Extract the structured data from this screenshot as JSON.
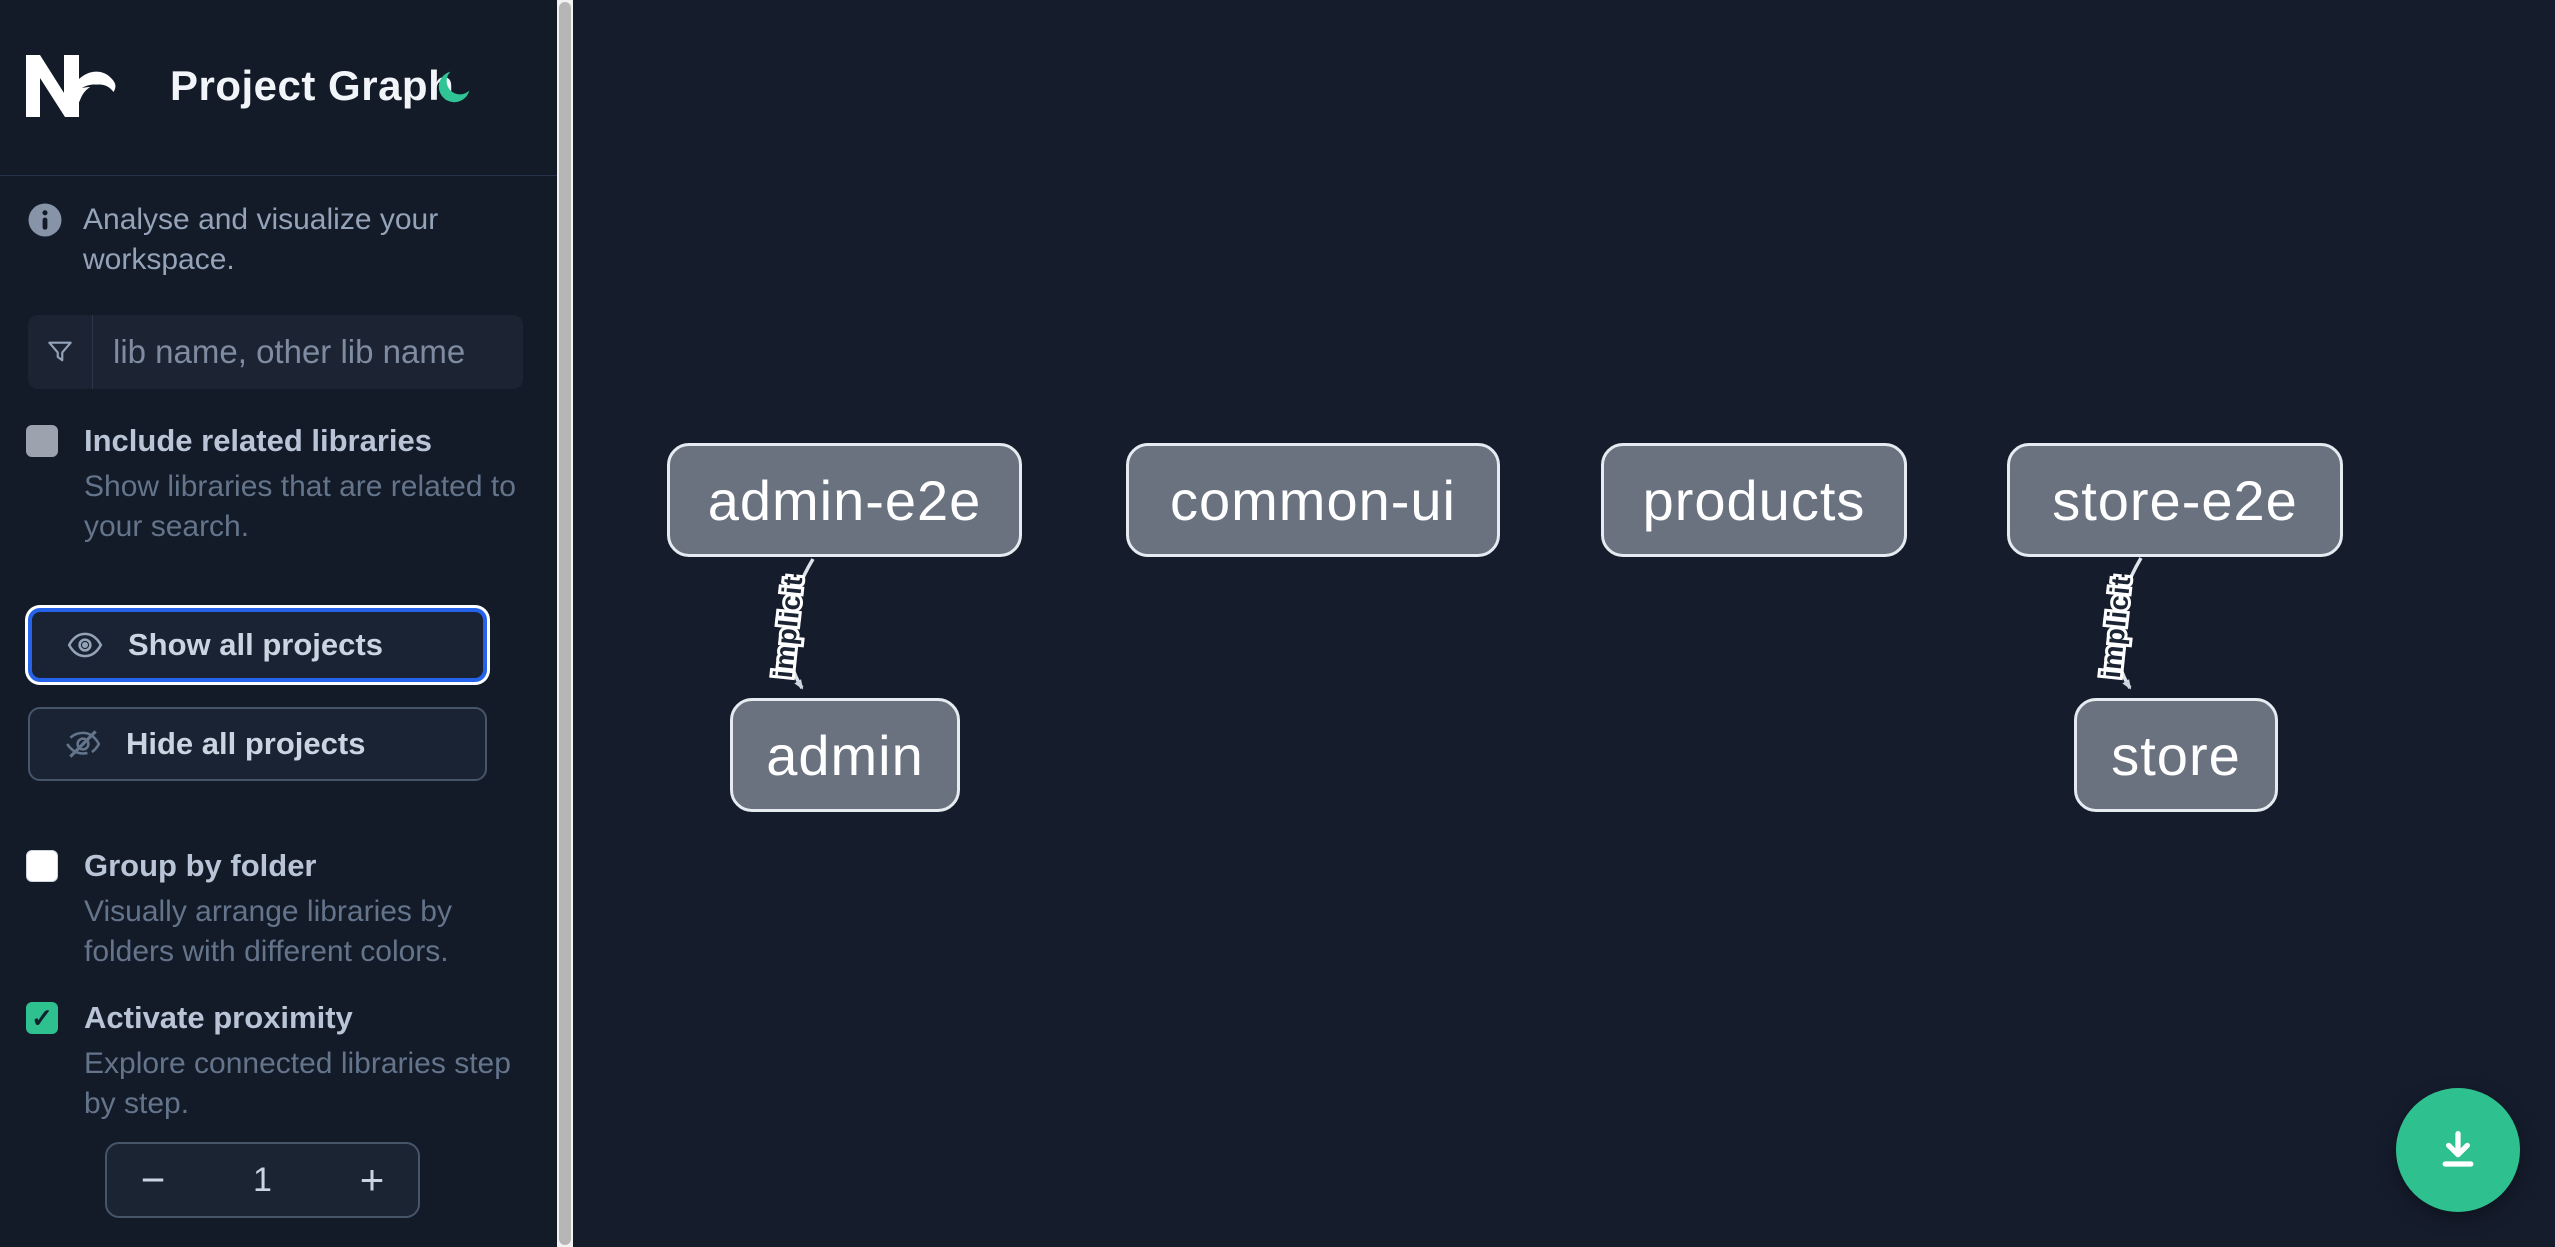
{
  "header": {
    "title": "Project Graph",
    "logo": "nx-logo",
    "theme_toggle": "dark-mode-moon"
  },
  "info": {
    "text": "Analyse and visualize your workspace."
  },
  "search": {
    "placeholder": "lib name, other lib name",
    "value": ""
  },
  "options": [
    {
      "id": "include-related",
      "label": "Include related libraries",
      "description": "Show libraries that are related to your search.",
      "checked": false,
      "disabled": true
    },
    {
      "id": "group-by-folder",
      "label": "Group by folder",
      "description": "Visually arrange libraries by folders with different colors.",
      "checked": false,
      "disabled": false
    },
    {
      "id": "activate-proximity",
      "label": "Activate proximity",
      "description": "Explore connected libraries step by step.",
      "checked": true,
      "disabled": false,
      "check_glyph": "✓"
    }
  ],
  "buttons": {
    "show_all": "Show all projects",
    "hide_all": "Hide all projects"
  },
  "stepper": {
    "decrement": "−",
    "value": "1",
    "increment": "+"
  },
  "graph": {
    "nodes": [
      {
        "label": "admin-e2e"
      },
      {
        "label": "common-ui"
      },
      {
        "label": "products"
      },
      {
        "label": "store-e2e"
      },
      {
        "label": "admin"
      },
      {
        "label": "store"
      }
    ],
    "edges": [
      {
        "from": "admin-e2e",
        "to": "admin",
        "label": "implicit"
      },
      {
        "from": "store-e2e",
        "to": "store",
        "label": "implicit"
      }
    ]
  },
  "fab": {
    "icon": "download"
  },
  "colors": {
    "accent_green": "#2ec08f",
    "moon_green": "#2ec496",
    "focus_blue": "#2563eb",
    "node_fill": "#6a7280",
    "node_border": "#e6ebf1",
    "sidebar_bg": "#131a28",
    "canvas_bg": "#151c2c"
  }
}
